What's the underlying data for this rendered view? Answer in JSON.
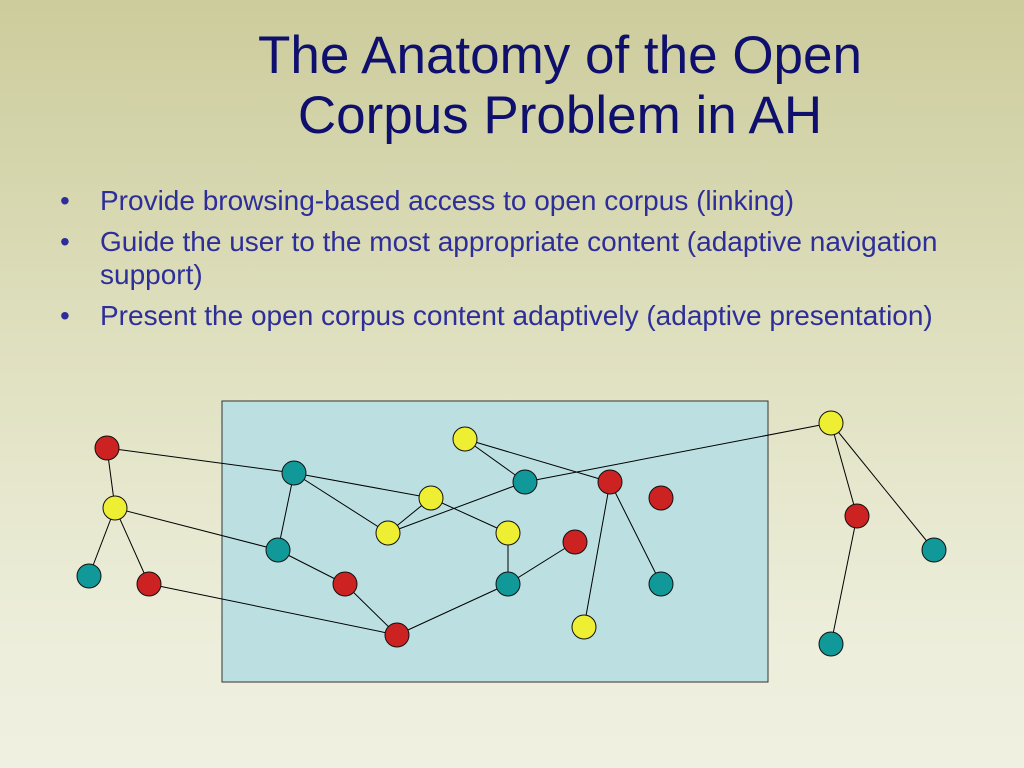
{
  "slide": {
    "title_lines": [
      "The Anatomy of the Open",
      "Corpus Problem in AH"
    ],
    "bullets": [
      "Provide browsing-based access to open corpus (linking)",
      "Guide the user to the most appropriate content (adaptive navigation support)",
      "Present the open corpus content adaptively (adaptive presentation)"
    ]
  },
  "diagram": {
    "colors": {
      "red": "#cc2222",
      "yellow": "#eeee33",
      "teal": "#119999",
      "box_fill": "#bce0e2",
      "edge": "#000000"
    },
    "nodes": [
      {
        "id": "n1",
        "color": "red"
      },
      {
        "id": "n2",
        "color": "yellow"
      },
      {
        "id": "n3",
        "color": "teal"
      },
      {
        "id": "n4",
        "color": "red"
      },
      {
        "id": "n5",
        "color": "teal"
      },
      {
        "id": "n6",
        "color": "teal"
      },
      {
        "id": "n7",
        "color": "yellow"
      },
      {
        "id": "n8",
        "color": "red"
      },
      {
        "id": "n9",
        "color": "red"
      },
      {
        "id": "n10",
        "color": "teal"
      },
      {
        "id": "n11",
        "color": "yellow"
      },
      {
        "id": "n12",
        "color": "yellow"
      },
      {
        "id": "n13",
        "color": "red"
      },
      {
        "id": "n14",
        "color": "teal"
      },
      {
        "id": "n15",
        "color": "yellow"
      },
      {
        "id": "n16",
        "color": "red"
      },
      {
        "id": "n17",
        "color": "red"
      },
      {
        "id": "n18",
        "color": "teal"
      },
      {
        "id": "n19",
        "color": "yellow"
      },
      {
        "id": "n20",
        "color": "yellow"
      },
      {
        "id": "n21",
        "color": "red"
      },
      {
        "id": "n22",
        "color": "teal"
      },
      {
        "id": "n23",
        "color": "teal"
      }
    ],
    "edges": [
      [
        "n1",
        "n2"
      ],
      [
        "n1",
        "n5"
      ],
      [
        "n2",
        "n3"
      ],
      [
        "n2",
        "n4"
      ],
      [
        "n2",
        "n6"
      ],
      [
        "n4",
        "n9"
      ],
      [
        "n5",
        "n6"
      ],
      [
        "n5",
        "n7"
      ],
      [
        "n5",
        "n11"
      ],
      [
        "n6",
        "n8"
      ],
      [
        "n8",
        "n9"
      ],
      [
        "n9",
        "n10"
      ],
      [
        "n10",
        "n13"
      ],
      [
        "n10",
        "n12"
      ],
      [
        "n12",
        "n7"
      ],
      [
        "n11",
        "n7"
      ],
      [
        "n11",
        "n14"
      ],
      [
        "n14",
        "n15"
      ],
      [
        "n14",
        "n20"
      ],
      [
        "n15",
        "n16"
      ],
      [
        "n16",
        "n18"
      ],
      [
        "n16",
        "n19"
      ],
      [
        "n20",
        "n21"
      ],
      [
        "n20",
        "n22"
      ],
      [
        "n21",
        "n23"
      ]
    ]
  }
}
